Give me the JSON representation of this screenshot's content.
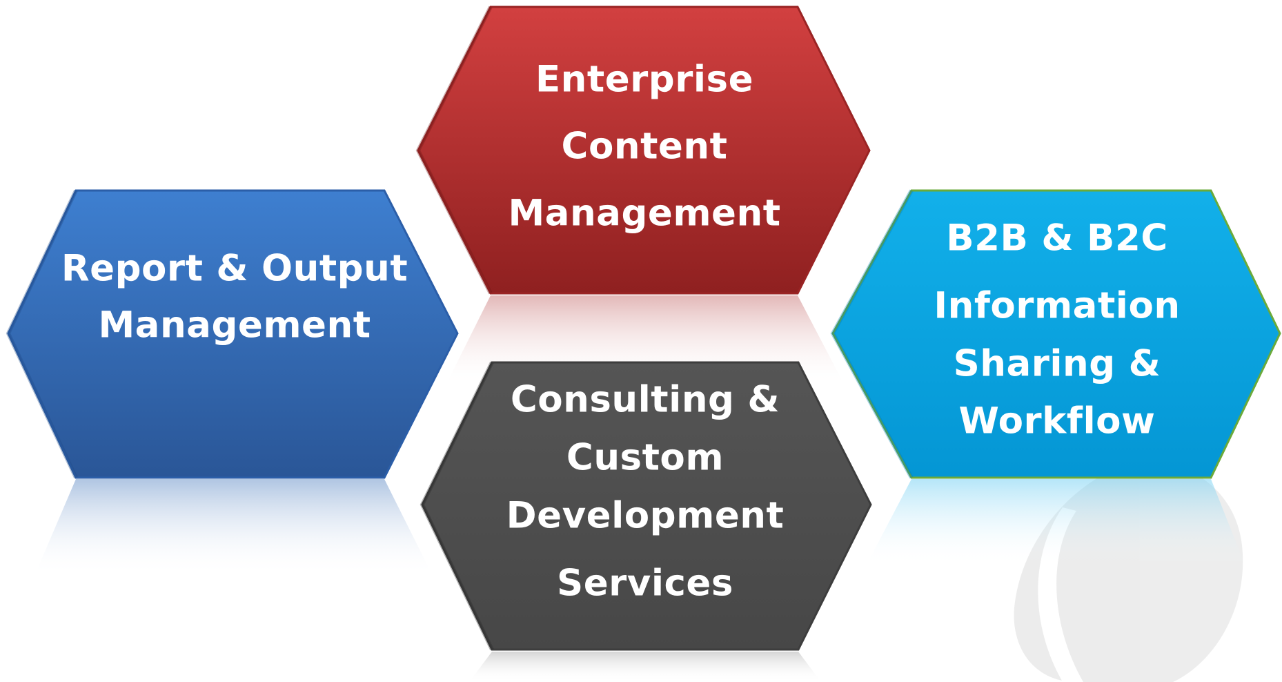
{
  "diagram": {
    "nodes": [
      {
        "id": "report",
        "lines": [
          "Report & Output",
          "Management"
        ],
        "color": "#2f66b3"
      },
      {
        "id": "ecm",
        "lines": [
          "Enterprise",
          "Content",
          "Management"
        ],
        "color": "#b32e2e"
      },
      {
        "id": "consulting",
        "lines": [
          "Consulting &",
          "Custom",
          "Development",
          "Services"
        ],
        "color": "#4e4e4e"
      },
      {
        "id": "b2b",
        "lines": [
          "B2B & B2C",
          "Information",
          "Sharing &",
          "Workflow"
        ],
        "color": "#0aa3e0"
      }
    ]
  }
}
